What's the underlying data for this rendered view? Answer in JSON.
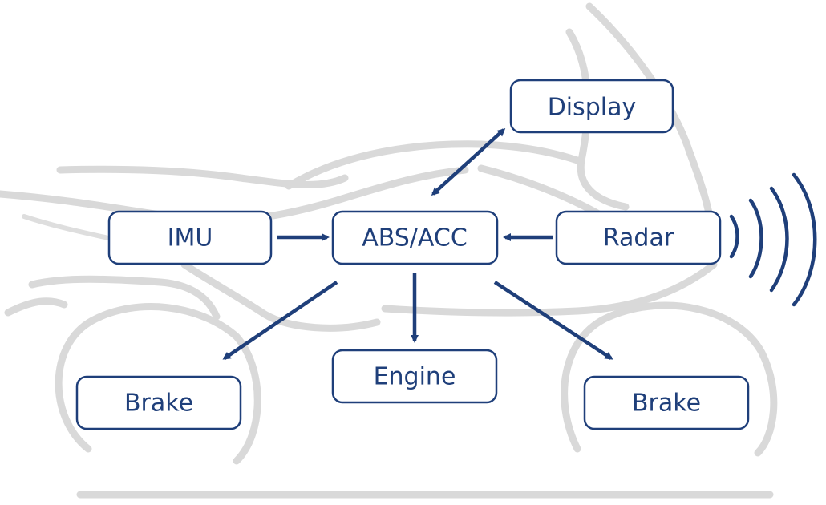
{
  "diagram": {
    "nodes": {
      "display": {
        "label": "Display"
      },
      "imu": {
        "label": "IMU"
      },
      "abs_acc": {
        "label": "ABS/ACC"
      },
      "radar": {
        "label": "Radar"
      },
      "engine": {
        "label": "Engine"
      },
      "brake_front": {
        "label": "Brake"
      },
      "brake_rear": {
        "label": "Brake"
      }
    },
    "edges": [
      {
        "from": "imu",
        "to": "abs_acc",
        "direction": "forward"
      },
      {
        "from": "radar",
        "to": "abs_acc",
        "direction": "forward"
      },
      {
        "from": "abs_acc",
        "to": "display",
        "direction": "both"
      },
      {
        "from": "abs_acc",
        "to": "engine",
        "direction": "forward"
      },
      {
        "from": "abs_acc",
        "to": "brake_front",
        "direction": "forward"
      },
      {
        "from": "abs_acc",
        "to": "brake_rear",
        "direction": "forward"
      }
    ],
    "colors": {
      "accent": "#1f3f7a",
      "silhouette": "#d9d9d9",
      "background": "#ffffff"
    },
    "background_icon": "motorcycle-silhouette",
    "radar_waves_icon": "radar-waves-icon"
  }
}
